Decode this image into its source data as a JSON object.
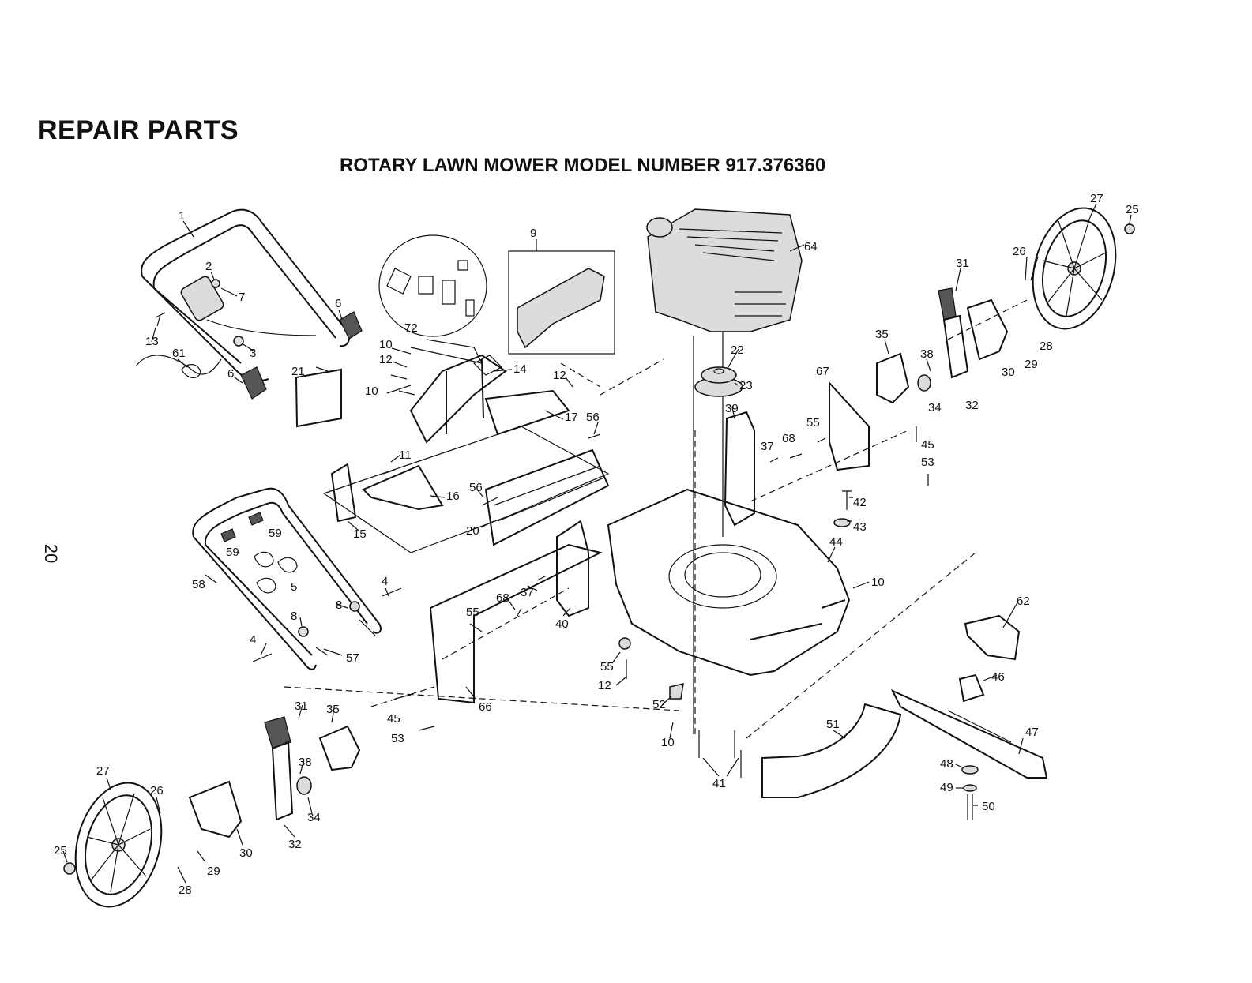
{
  "page": {
    "title": "REPAIR PARTS",
    "subtitle": "ROTARY LAWN MOWER MODEL NUMBER 917.376360",
    "page_number": "20"
  },
  "parts": [
    {
      "id": "p1",
      "label": "1"
    },
    {
      "id": "p2",
      "label": "2"
    },
    {
      "id": "p3",
      "label": "3"
    },
    {
      "id": "p4a",
      "label": "4"
    },
    {
      "id": "p4b",
      "label": "4"
    },
    {
      "id": "p5",
      "label": "5"
    },
    {
      "id": "p6a",
      "label": "6"
    },
    {
      "id": "p6b",
      "label": "6"
    },
    {
      "id": "p7",
      "label": "7"
    },
    {
      "id": "p8a",
      "label": "8"
    },
    {
      "id": "p8b",
      "label": "8"
    },
    {
      "id": "p9",
      "label": "9"
    },
    {
      "id": "p10a",
      "label": "10"
    },
    {
      "id": "p10b",
      "label": "10"
    },
    {
      "id": "p10c",
      "label": "10"
    },
    {
      "id": "p10d",
      "label": "10"
    },
    {
      "id": "p11",
      "label": "11"
    },
    {
      "id": "p12a",
      "label": "12"
    },
    {
      "id": "p12b",
      "label": "12"
    },
    {
      "id": "p12c",
      "label": "12"
    },
    {
      "id": "p13",
      "label": "13"
    },
    {
      "id": "p14",
      "label": "14"
    },
    {
      "id": "p15",
      "label": "15"
    },
    {
      "id": "p16",
      "label": "16"
    },
    {
      "id": "p17",
      "label": "17"
    },
    {
      "id": "p20",
      "label": "20"
    },
    {
      "id": "p21",
      "label": "21"
    },
    {
      "id": "p22",
      "label": "22"
    },
    {
      "id": "p23",
      "label": "23"
    },
    {
      "id": "p25a",
      "label": "25"
    },
    {
      "id": "p25b",
      "label": "25"
    },
    {
      "id": "p26a",
      "label": "26"
    },
    {
      "id": "p26b",
      "label": "26"
    },
    {
      "id": "p27a",
      "label": "27"
    },
    {
      "id": "p27b",
      "label": "27"
    },
    {
      "id": "p28a",
      "label": "28"
    },
    {
      "id": "p28b",
      "label": "28"
    },
    {
      "id": "p29a",
      "label": "29"
    },
    {
      "id": "p29b",
      "label": "29"
    },
    {
      "id": "p30a",
      "label": "30"
    },
    {
      "id": "p30b",
      "label": "30"
    },
    {
      "id": "p31a",
      "label": "31"
    },
    {
      "id": "p31b",
      "label": "31"
    },
    {
      "id": "p32a",
      "label": "32"
    },
    {
      "id": "p32b",
      "label": "32"
    },
    {
      "id": "p34a",
      "label": "34"
    },
    {
      "id": "p34b",
      "label": "34"
    },
    {
      "id": "p35a",
      "label": "35"
    },
    {
      "id": "p35b",
      "label": "35"
    },
    {
      "id": "p37a",
      "label": "37"
    },
    {
      "id": "p37b",
      "label": "37"
    },
    {
      "id": "p38a",
      "label": "38"
    },
    {
      "id": "p38b",
      "label": "38"
    },
    {
      "id": "p39",
      "label": "39"
    },
    {
      "id": "p40",
      "label": "40"
    },
    {
      "id": "p41",
      "label": "41"
    },
    {
      "id": "p42",
      "label": "42"
    },
    {
      "id": "p43",
      "label": "43"
    },
    {
      "id": "p44",
      "label": "44"
    },
    {
      "id": "p45a",
      "label": "45"
    },
    {
      "id": "p45b",
      "label": "45"
    },
    {
      "id": "p46",
      "label": "46"
    },
    {
      "id": "p47",
      "label": "47"
    },
    {
      "id": "p48",
      "label": "48"
    },
    {
      "id": "p49",
      "label": "49"
    },
    {
      "id": "p50",
      "label": "50"
    },
    {
      "id": "p51",
      "label": "51"
    },
    {
      "id": "p52",
      "label": "52"
    },
    {
      "id": "p53a",
      "label": "53"
    },
    {
      "id": "p53b",
      "label": "53"
    },
    {
      "id": "p55a",
      "label": "55"
    },
    {
      "id": "p55b",
      "label": "55"
    },
    {
      "id": "p55c",
      "label": "55"
    },
    {
      "id": "p56a",
      "label": "56"
    },
    {
      "id": "p56b",
      "label": "56"
    },
    {
      "id": "p57",
      "label": "57"
    },
    {
      "id": "p58",
      "label": "58"
    },
    {
      "id": "p59a",
      "label": "59"
    },
    {
      "id": "p59b",
      "label": "59"
    },
    {
      "id": "p61",
      "label": "61"
    },
    {
      "id": "p62",
      "label": "62"
    },
    {
      "id": "p64",
      "label": "64"
    },
    {
      "id": "p66",
      "label": "66"
    },
    {
      "id": "p67",
      "label": "67"
    },
    {
      "id": "p68a",
      "label": "68"
    },
    {
      "id": "p68b",
      "label": "68"
    },
    {
      "id": "p72",
      "label": "72"
    }
  ]
}
